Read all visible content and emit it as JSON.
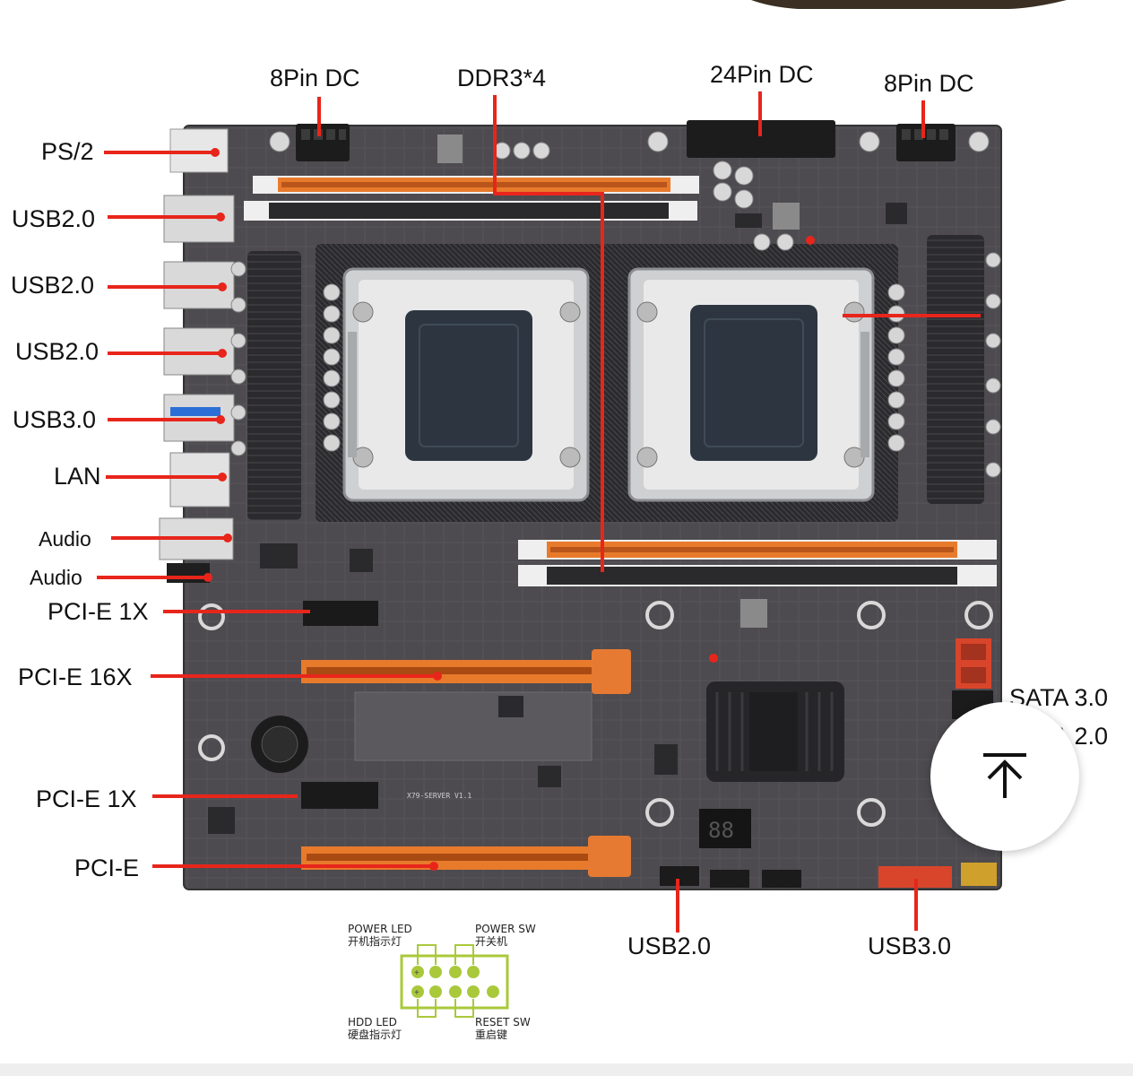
{
  "labels": {
    "top": [
      "8Pin DC",
      "DDR3*4",
      "24Pin DC",
      "8Pin DC"
    ],
    "left": [
      "PS/2",
      "USB2.0",
      "USB2.0",
      "USB2.0",
      "USB3.0",
      "LAN",
      "Audio",
      "Audio",
      "PCI-E 1X",
      "PCI-E 16X",
      "PCI-E 1X",
      "PCI-E"
    ],
    "right": [
      "SATA 3.0",
      "SATA 2.0"
    ],
    "bottom": [
      "USB2.0",
      "USB3.0"
    ]
  },
  "board": {
    "silkscreen": "X79-SERVER V1.1"
  },
  "front_panel": {
    "power_led": "POWER LED",
    "power_led_cn": "开机指示灯",
    "power_sw": "POWER SW",
    "power_sw_cn": "开关机",
    "hdd_led": "HDD LED",
    "hdd_led_cn": "硬盘指示灯",
    "reset_sw": "RESET SW",
    "reset_sw_cn": "重启键"
  },
  "colors": {
    "leader": "#e8251b",
    "slot_orange": "#e87a2c",
    "pin_green": "#a9c93a"
  },
  "scroll_button": {
    "icon": "arrow-up-icon"
  }
}
